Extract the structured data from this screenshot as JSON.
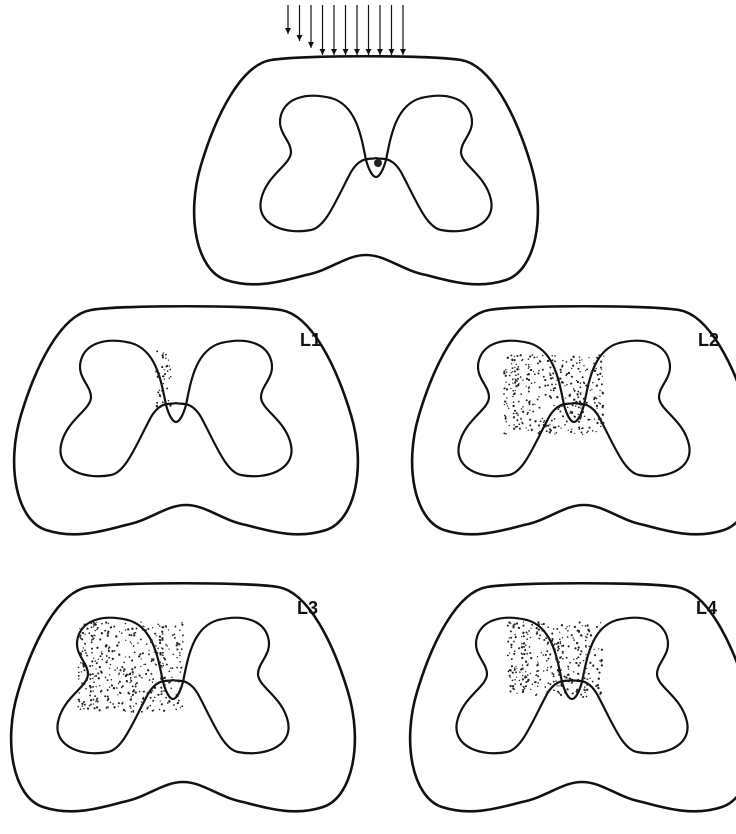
{
  "panels": [
    {
      "id": "top",
      "label": ""
    },
    {
      "id": "L1",
      "label": "L1"
    },
    {
      "id": "L2",
      "label": "L2"
    },
    {
      "id": "L3",
      "label": "L3"
    },
    {
      "id": "L4",
      "label": "L4"
    }
  ],
  "colors": {
    "ink": "#111111",
    "stipple": "#222222",
    "background": "#ffffff"
  }
}
